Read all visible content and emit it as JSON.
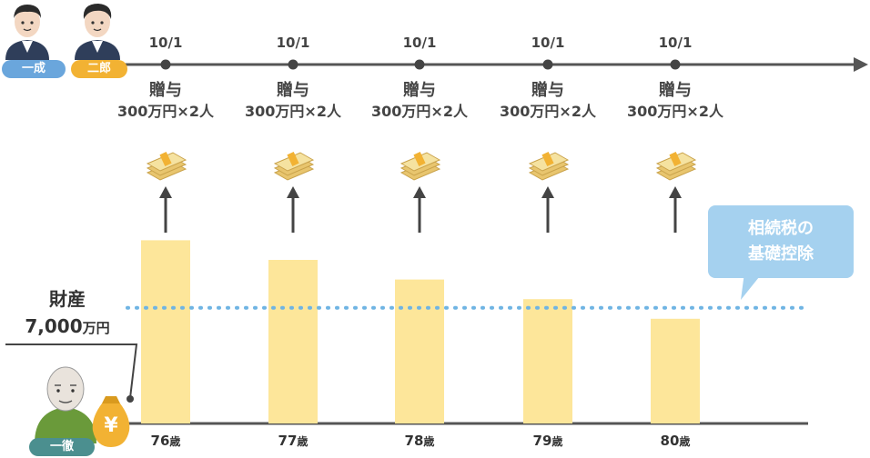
{
  "people": {
    "child1": "一成",
    "child2": "二郎",
    "parent": "一徹"
  },
  "timeline": {
    "date_label": "10/1",
    "gift_title": "贈与",
    "gift_amount": "300万円×2人"
  },
  "years": [
    {
      "age": "76",
      "bar_value": 0.84
    },
    {
      "age": "77",
      "bar_value": 0.75
    },
    {
      "age": "78",
      "bar_value": 0.66
    },
    {
      "age": "79",
      "bar_value": 0.57
    },
    {
      "age": "80",
      "bar_value": 0.48
    }
  ],
  "age_unit": "歳",
  "assets": {
    "label": "財産",
    "amount": "7,000",
    "unit": "万円"
  },
  "threshold": {
    "label_line1": "相続税の",
    "label_line2": "基礎控除",
    "value": 0.53
  },
  "currency_symbol": "¥",
  "colors": {
    "bar": "#fde69a",
    "timeline": "#555555",
    "threshold": "#6fb4e3",
    "callout": "#a5d1ef",
    "child1_tag": "#6aa6dc",
    "child2_tag": "#f2b233",
    "parent_tag": "#4b8f8f",
    "money_bag": "#f2b233"
  }
}
